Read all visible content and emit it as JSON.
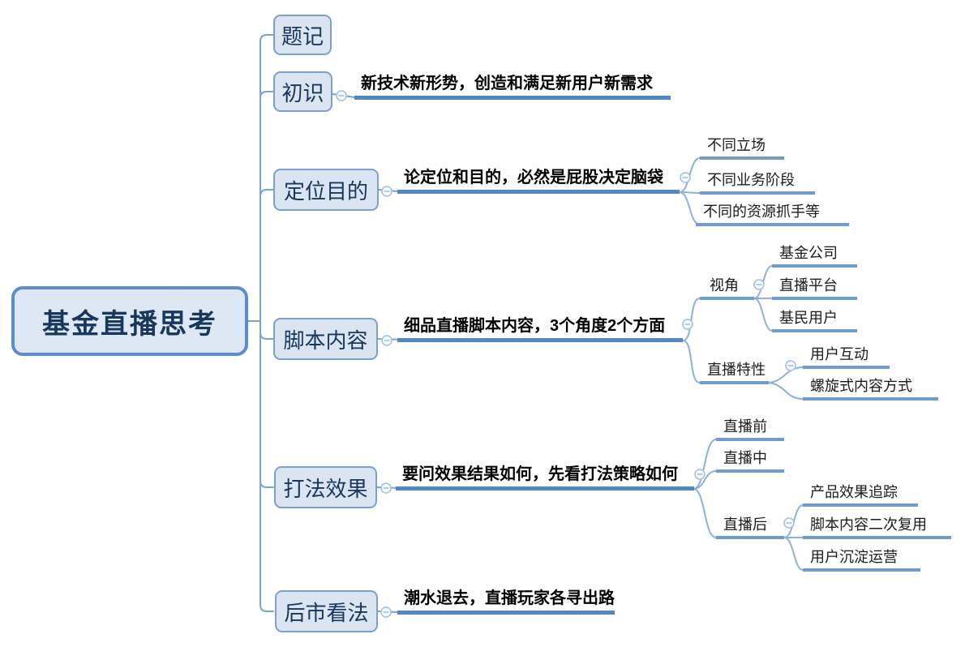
{
  "diagram": {
    "root": {
      "label": "基金直播思考"
    },
    "branches": [
      {
        "label": "题记"
      },
      {
        "label": "初识",
        "note": "新技术新形势，创造和满足新用户新需求"
      },
      {
        "label": "定位目的",
        "note": "论定位和目的，必然是屁股决定脑袋",
        "children": [
          {
            "label": "不同立场"
          },
          {
            "label": "不同业务阶段"
          },
          {
            "label": "不同的资源抓手等"
          }
        ]
      },
      {
        "label": "脚本内容",
        "note": "细品直播脚本内容，3个角度2个方面",
        "children": [
          {
            "label": "视角",
            "children": [
              {
                "label": "基金公司"
              },
              {
                "label": "直播平台"
              },
              {
                "label": "基民用户"
              }
            ]
          },
          {
            "label": "直播特性",
            "children": [
              {
                "label": "用户互动"
              },
              {
                "label": "螺旋式内容方式"
              }
            ]
          }
        ]
      },
      {
        "label": "打法效果",
        "note": "要问效果结果如何，先看打法策略如何",
        "children": [
          {
            "label": "直播前"
          },
          {
            "label": "直播中"
          },
          {
            "label": "直播后",
            "children": [
              {
                "label": "产品效果追踪"
              },
              {
                "label": "脚本内容二次复用"
              },
              {
                "label": "用户沉淀运营"
              }
            ]
          }
        ]
      },
      {
        "label": "后市看法",
        "note": "潮水退去，直播玩家各寻出路"
      }
    ],
    "colors": {
      "root_border": "#5b8bd0",
      "root_fill": "#dde8f4",
      "box_border": "#7d9fd0",
      "box_fill": "#dbe5f1",
      "box_text": "#17375d",
      "topic_underline": "#5287c5",
      "sub_underline": "#6f9bd1",
      "connector": "#8fb0d9",
      "trunk": "#7aa2d3"
    }
  }
}
